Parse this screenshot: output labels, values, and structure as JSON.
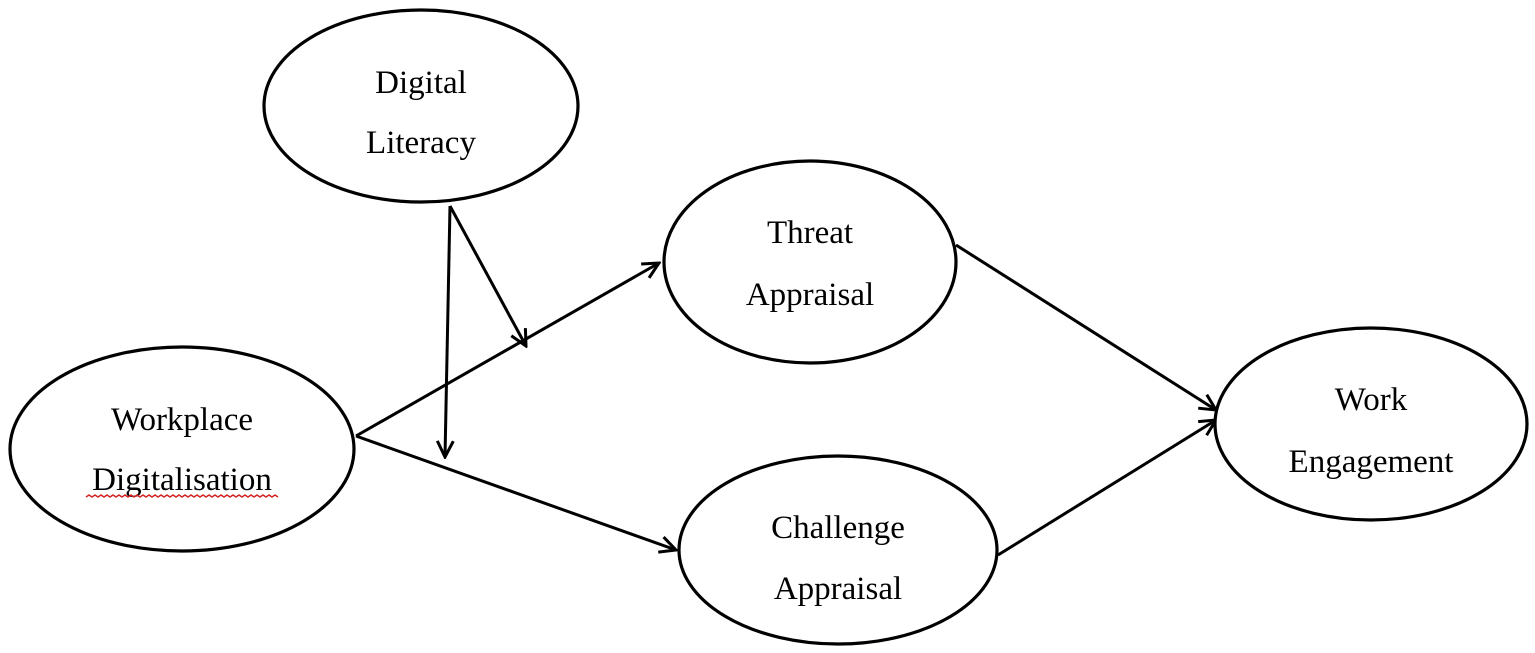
{
  "diagram": {
    "nodes": [
      {
        "id": "digital_literacy",
        "lines": [
          "Digital",
          "Literacy"
        ]
      },
      {
        "id": "workplace_digitalisation",
        "lines": [
          "Workplace",
          "Digitalisation"
        ],
        "spellcheck_underline_line": 1
      },
      {
        "id": "threat_appraisal",
        "lines": [
          "Threat",
          "Appraisal"
        ]
      },
      {
        "id": "challenge_appraisal",
        "lines": [
          "Challenge",
          "Appraisal"
        ]
      },
      {
        "id": "work_engagement",
        "lines": [
          "Work",
          "Engagement"
        ]
      }
    ],
    "edges": [
      {
        "from": "workplace_digitalisation",
        "to": "threat_appraisal"
      },
      {
        "from": "workplace_digitalisation",
        "to": "challenge_appraisal"
      },
      {
        "from": "threat_appraisal",
        "to": "work_engagement"
      },
      {
        "from": "challenge_appraisal",
        "to": "work_engagement"
      },
      {
        "from": "digital_literacy",
        "to_edge": "workplace_digitalisation->threat_appraisal",
        "type": "moderation"
      },
      {
        "from": "digital_literacy",
        "to_edge": "workplace_digitalisation->challenge_appraisal",
        "type": "moderation"
      }
    ],
    "colors": {
      "stroke": "#000000",
      "background": "#ffffff",
      "spellcheck_underline": "#d42020"
    }
  }
}
